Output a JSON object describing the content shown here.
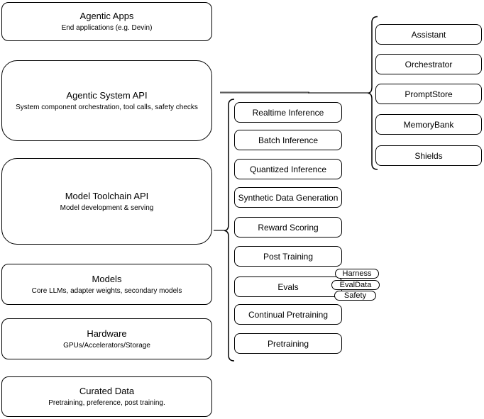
{
  "colors": {
    "stroke": "#000000",
    "fill": "#ffffff",
    "connector_gray": "#5c5c5c"
  },
  "left_stack": [
    {
      "title": "Agentic Apps",
      "subtitle": "End applications (e.g. Devin)"
    },
    {
      "title": "Agentic System API",
      "subtitle": "System component orchestration, tool calls, safety checks"
    },
    {
      "title": "Model Toolchain API",
      "subtitle": "Model development & serving"
    },
    {
      "title": "Models",
      "subtitle": "Core LLMs, adapter weights, secondary models"
    },
    {
      "title": "Hardware",
      "subtitle": "GPUs/Accelerators/Storage"
    },
    {
      "title": "Curated Data",
      "subtitle": "Pretraining, preference, post training."
    }
  ],
  "toolchain": {
    "items": [
      "Realtime Inference",
      "Batch Inference",
      "Quantized Inference",
      "Synthetic Data Generation",
      "Reward Scoring",
      "Post Training",
      "Evals",
      "Continual Pretraining",
      "Pretraining"
    ]
  },
  "eval_pills": [
    "Harness",
    "EvalData",
    "Safety"
  ],
  "system_components": [
    "Assistant",
    "Orchestrator",
    "PromptStore",
    "MemoryBank",
    "Shields"
  ]
}
